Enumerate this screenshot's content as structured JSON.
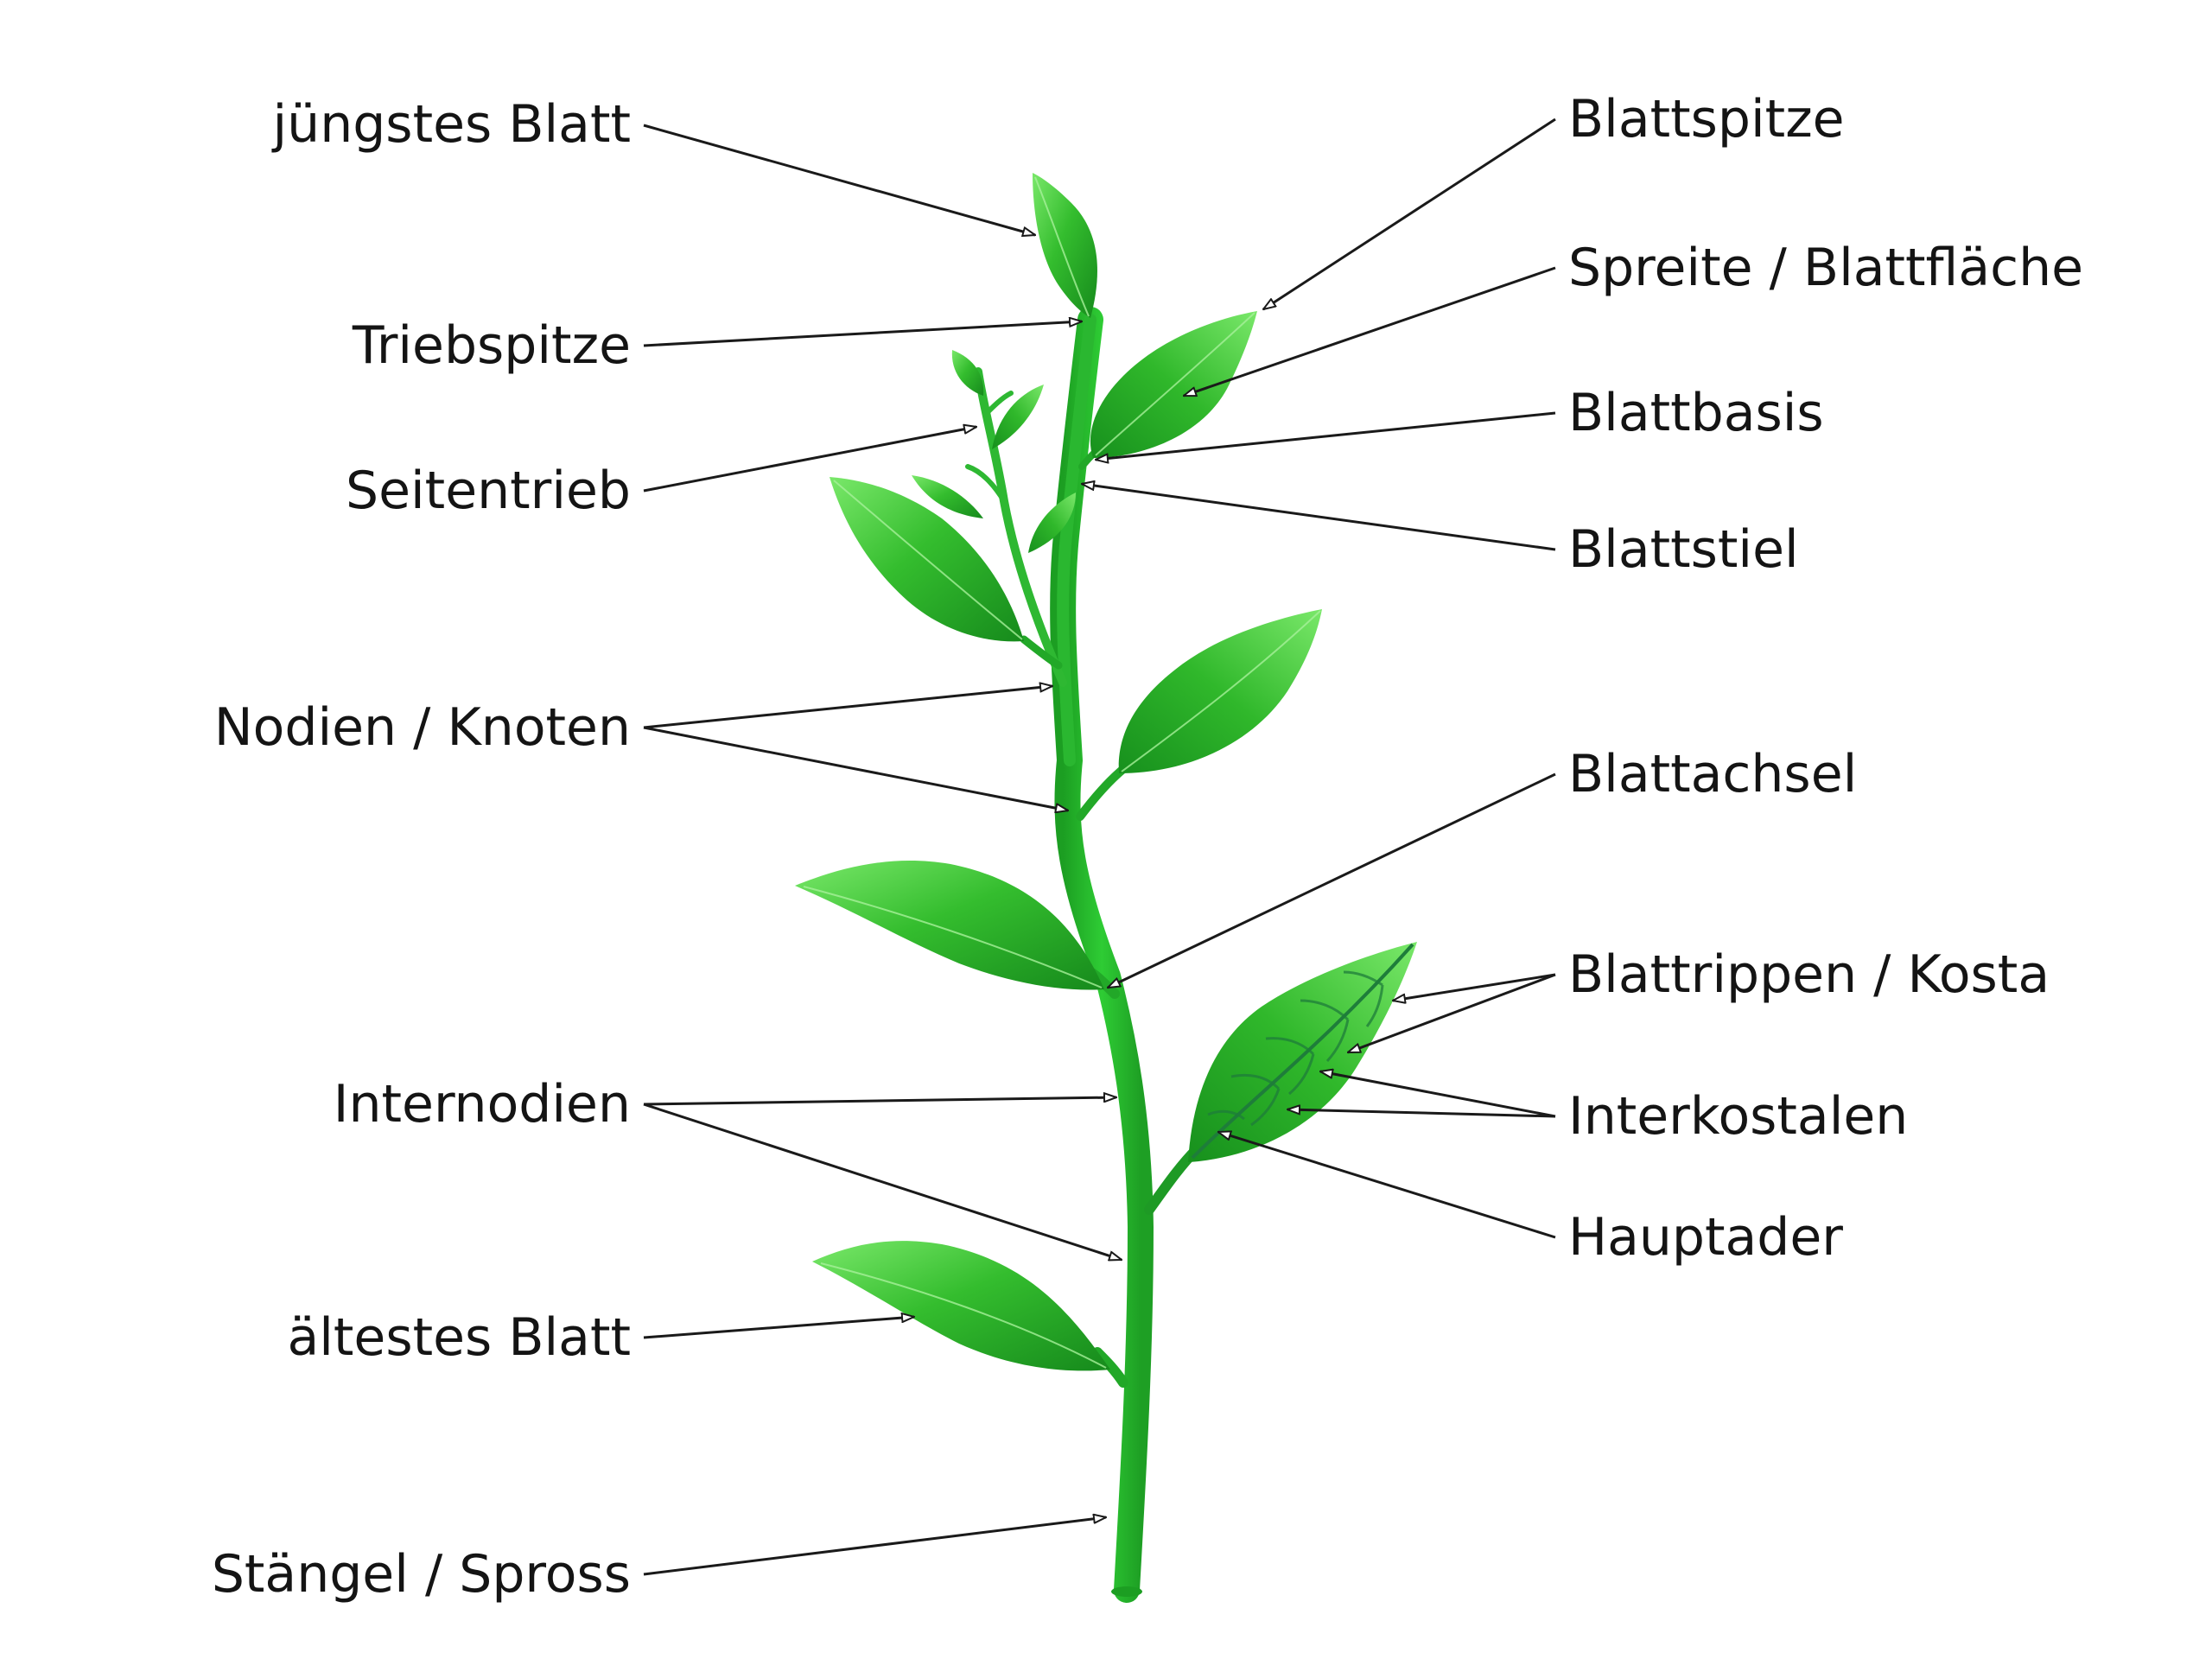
{
  "diagram": {
    "labels_left": {
      "youngest_leaf": "jüngstes Blatt",
      "shoot_tip": "Triebspitze",
      "side_shoot": "Seitentrieb",
      "nodes": "Nodien / Knoten",
      "internodes": "Internodien",
      "oldest_leaf": "ältestes Blatt",
      "stem": "Stängel / Spross"
    },
    "labels_right": {
      "leaf_tip": "Blattspitze",
      "leaf_blade": "Spreite / Blattfläche",
      "leaf_base": "Blattbasis",
      "petiole": "Blattstiel",
      "leaf_axil": "Blattachsel",
      "ribs": "Blattrippen / Kosta",
      "intercostals": "Interkostalen",
      "midrib": "Hauptader"
    },
    "colors": {
      "leaf_light": "#66e05a",
      "leaf_mid": "#2fb52a",
      "leaf_dark": "#1b8e1e",
      "stem": "#22b52a",
      "vein": "#1e7d3a",
      "line": "#1a1a1a"
    }
  }
}
